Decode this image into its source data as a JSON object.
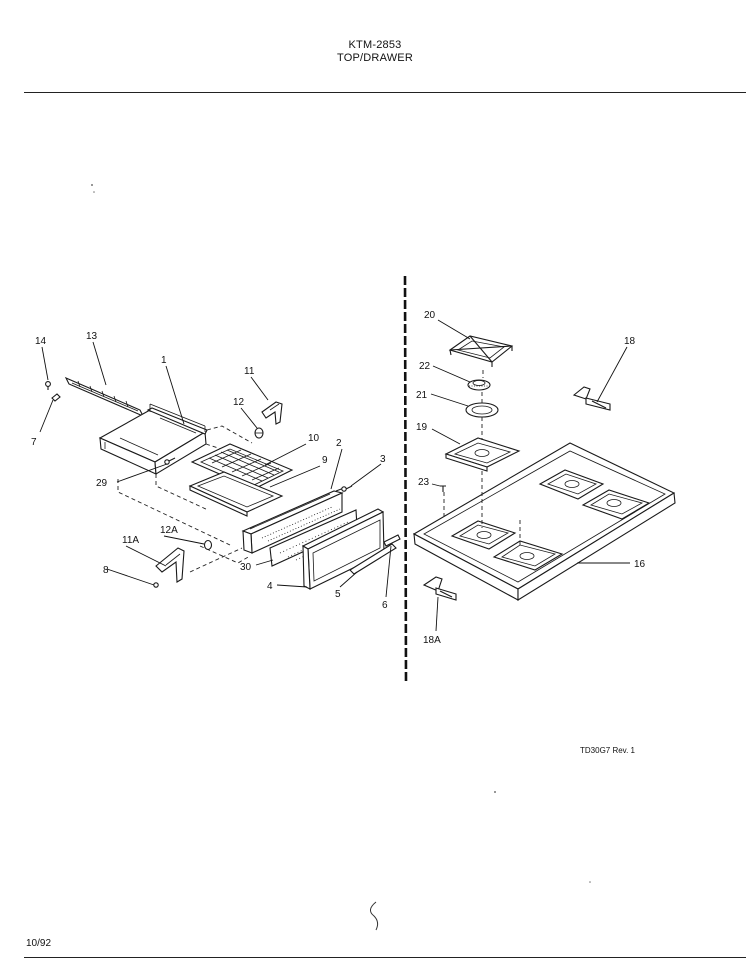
{
  "header": {
    "model": "KTM-2853",
    "section": "TOP/DRAWER"
  },
  "footer": {
    "date": "10/92",
    "drawing_ref": "TD30G7 Rev. 1"
  },
  "callouts": {
    "c1": "1",
    "c2": "2",
    "c3": "3",
    "c4": "4",
    "c5": "5",
    "c6": "6",
    "c7": "7",
    "c8": "8",
    "c9": "9",
    "c10": "10",
    "c11": "11",
    "c11a": "11A",
    "c12": "12",
    "c12a": "12A",
    "c13": "13",
    "c14": "14",
    "c16": "16",
    "c18": "18",
    "c18a": "18A",
    "c19": "19",
    "c20": "20",
    "c21": "21",
    "c22": "22",
    "c23": "23",
    "c29": "29",
    "c30": "30"
  }
}
